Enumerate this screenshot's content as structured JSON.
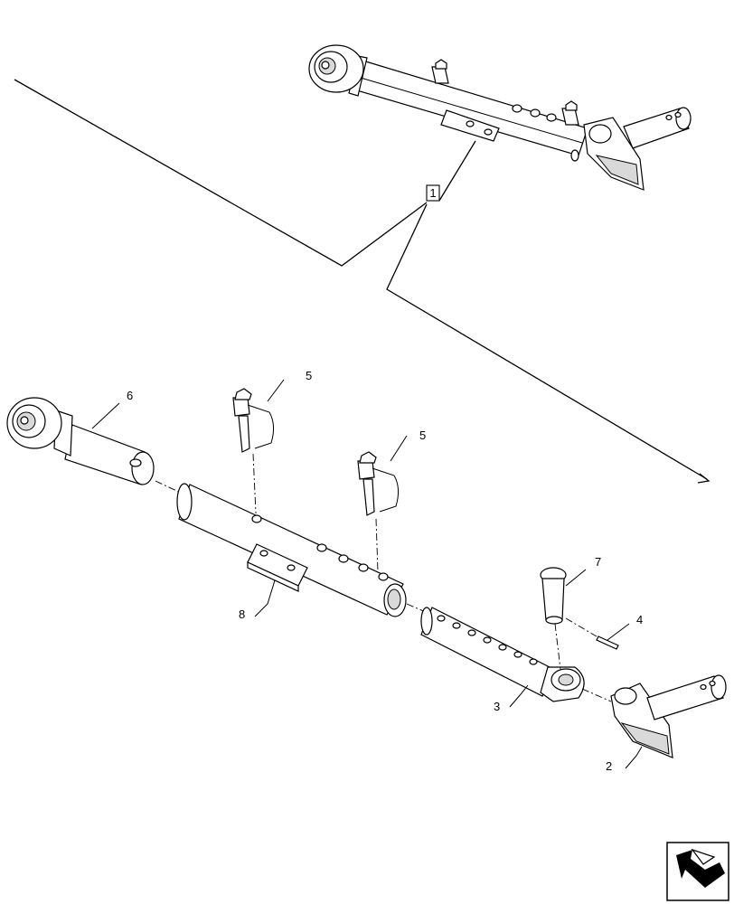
{
  "callouts": {
    "assembly": "1",
    "item_2": "2",
    "item_3": "3",
    "item_4": "4",
    "item_5a": "5",
    "item_5b": "5",
    "item_6": "6",
    "item_7": "7",
    "item_8": "8"
  },
  "icons": {
    "corner_nav": "previous-page-arrow-icon"
  }
}
